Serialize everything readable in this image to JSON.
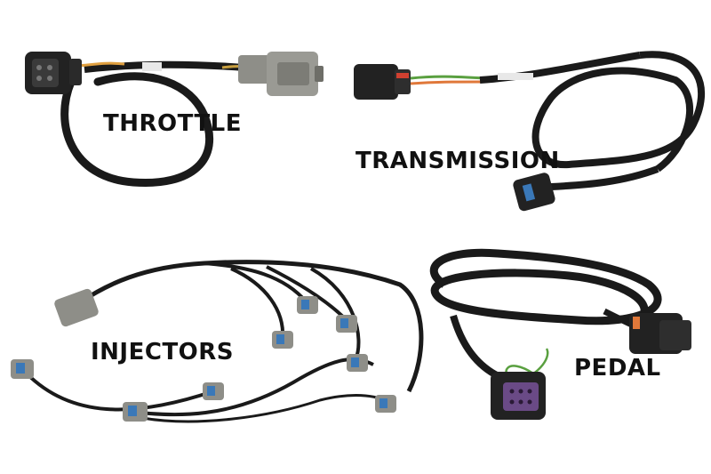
{
  "labels": {
    "throttle": "THROTTLE",
    "transmission": "TRANSMISSION",
    "injectors": "INJECTORS",
    "pedal": "PEDAL"
  },
  "colors": {
    "background": "#ffffff",
    "cable_black": "#1a1a1a",
    "connector_black": "#222222",
    "connector_grey": "#8e8e88",
    "injector_blue": "#3a78b8",
    "connector_purple": "#6a4a86",
    "connector_orange": "#e0783a",
    "wire_green": "#5aa040",
    "label_text": "#111111"
  }
}
